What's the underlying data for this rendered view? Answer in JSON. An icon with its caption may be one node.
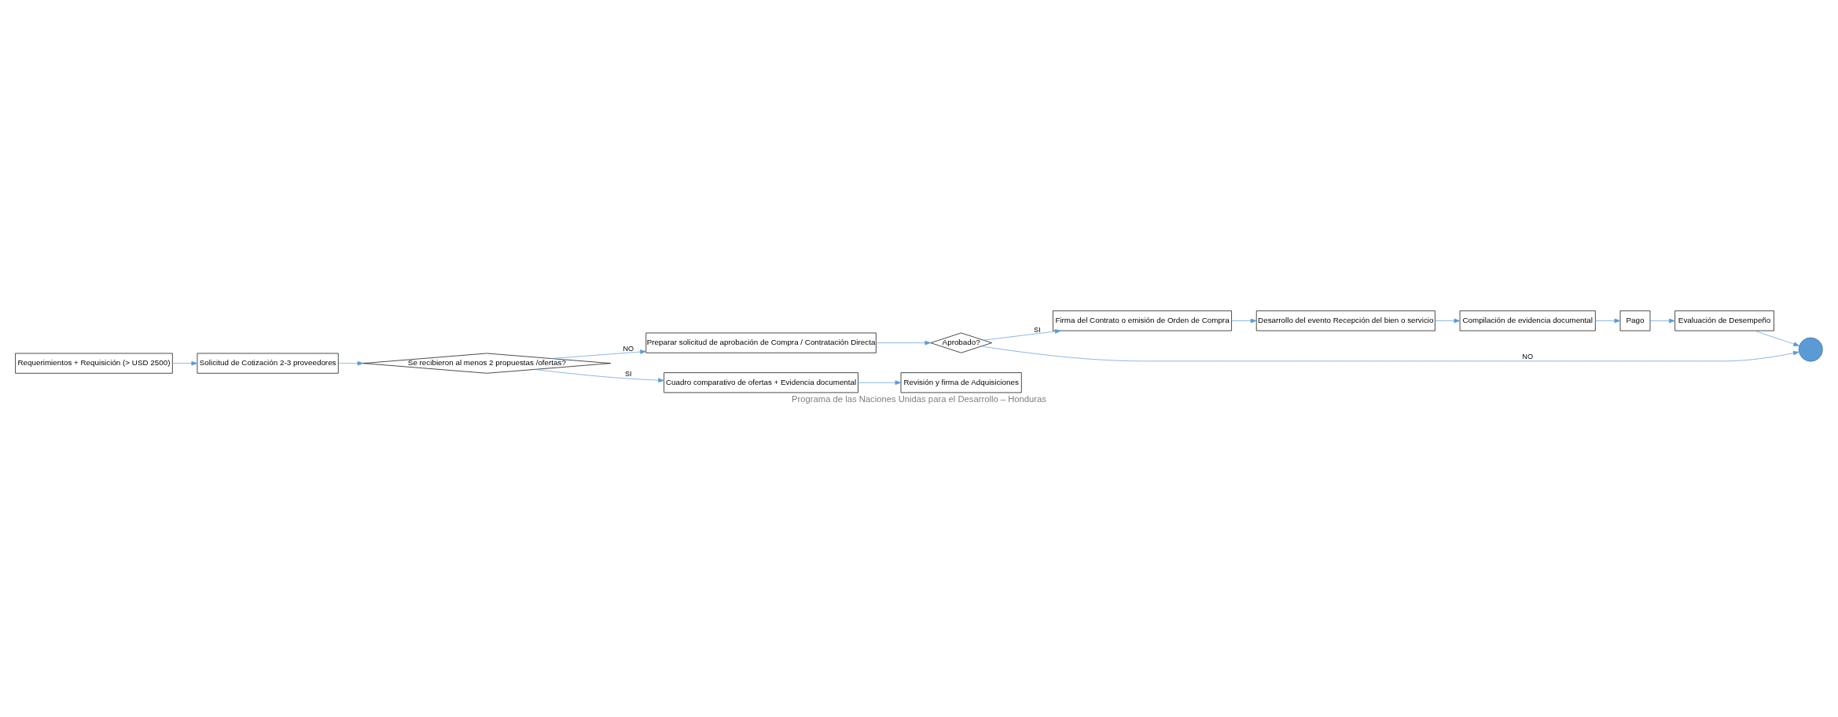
{
  "diagram": {
    "caption": "Programa de las Naciones Unidas para el Desarrollo – Honduras",
    "nodes": [
      {
        "text": [
          "Requerimientos + Requisición (> USD 2500)"
        ]
      },
      {
        "text": [
          "Solicitud de Cotización 2-3 proveedores"
        ]
      },
      {
        "text": [
          "Se recibieron al menos 2 propuestas /ofertas?"
        ]
      },
      {
        "text": [
          "Preparar solicitud de aprobación de Compra / Contratación Directa"
        ]
      },
      {
        "text": [
          "Cuadro comparativo de ofertas + Evidencia documental"
        ]
      },
      {
        "text": [
          "Revisión y firma de Adquisiciones"
        ]
      },
      {
        "text": [
          "Aprobado?"
        ]
      },
      {
        "text": [
          "Firma del Contrato o emisión de Orden de Compra"
        ]
      },
      {
        "text": [
          "Desarrollo del evento Recepción del bien o servicio"
        ]
      },
      {
        "text": [
          "Compilación de evidencia documental"
        ]
      },
      {
        "text": [],
        "shape": "circle"
      },
      {
        "text": [
          "Pago"
        ]
      },
      {
        "text": [
          "Evaluación de Desempeño"
        ]
      }
    ],
    "edges": [
      {
        "from": 0,
        "to": 1,
        "arrow": "to"
      },
      {
        "from": 1,
        "to": 2,
        "arrow": "to"
      },
      {
        "from": 2,
        "to": 3,
        "arrow": "to",
        "label": "NO"
      },
      {
        "from": 2,
        "to": 4,
        "arrow": "to",
        "label": "SI"
      },
      {
        "from": 4,
        "to": 5,
        "arrow": "to"
      },
      {
        "from": 3,
        "to": 6,
        "arrow": "to"
      },
      {
        "from": 6,
        "to": 10,
        "arrow": "to",
        "label": "NO"
      },
      {
        "from": 6,
        "to": 7,
        "arrow": "to",
        "label": "SI"
      },
      {
        "from": 7,
        "to": 8,
        "arrow": "to"
      },
      {
        "from": 8,
        "to": 9,
        "arrow": "to"
      },
      {
        "from": 9,
        "to": 11,
        "arrow": "to"
      },
      {
        "from": 11,
        "to": 12,
        "arrow": "to"
      },
      {
        "from": 12,
        "to": 10,
        "arrow": "to"
      }
    ]
  }
}
